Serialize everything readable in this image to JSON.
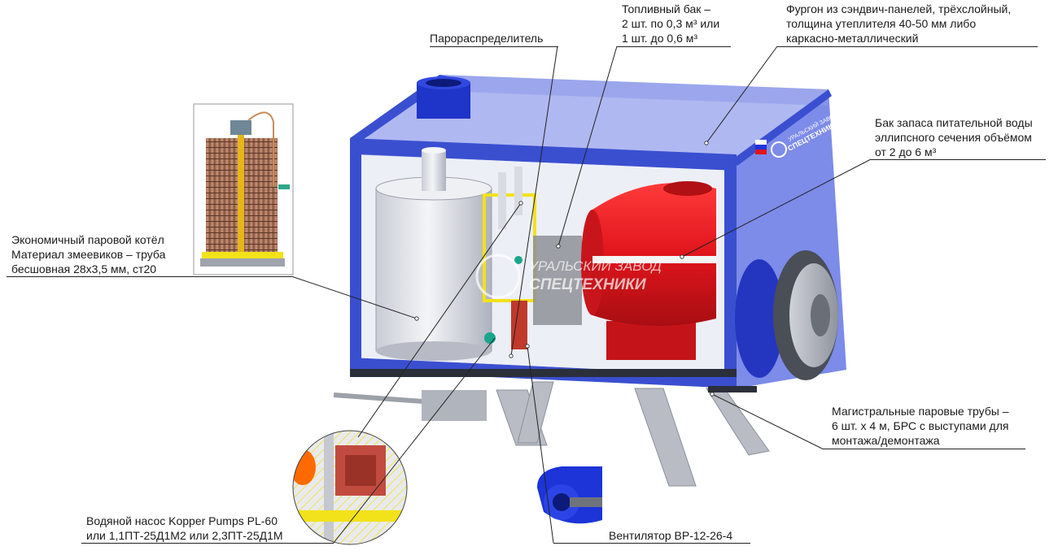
{
  "labels": {
    "steam_distributor": [
      "Парораспределитель"
    ],
    "fuel_tank": [
      "Топливный бак –",
      "2 шт. по 0,3 м³ или",
      "1 шт. до 0,6 м³"
    ],
    "van": [
      "Фургон из сэндвич-панелей, трёхслойный,",
      "толщина утеплителя 40-50 мм либо",
      "каркасно-металлический"
    ],
    "water_tank": [
      "Бак запаса питательной воды",
      "эллипсного сечения объёмом",
      "от 2 до 6 м³"
    ],
    "boiler": [
      "Экономичный паровой котёл",
      "Материал змеевиков – труба",
      "бесшовная 28х3,5 мм, ст20"
    ],
    "steam_pipes": [
      "Магистральные паровые трубы –",
      "6 шт. х 4 м, БРС с выступами для",
      "монтажа/демонтажа"
    ],
    "water_pump": [
      "Водяной насос Kopper Pumps PL-60",
      "или 1,1ПТ-25Д1М2 или 2,3ПТ-25Д1М"
    ],
    "fan": [
      "Вентилятор ВР-12-26-4"
    ]
  },
  "watermark": [
    "УРАЛЬСКИЙ ЗАВОД",
    "СПЕЦТЕХНИКИ"
  ],
  "logo_text": [
    "УРАЛЬСКИЙ ЗАВОД",
    "СПЕЦТЕХНИКИ"
  ],
  "colors": {
    "van_blue": "#3a4fd0",
    "van_glass": "#9aa6ee",
    "boiler_white": "#e4e6ec",
    "tank_red": "#e0151c",
    "pump_red": "#c0392b",
    "frame_yellow": "#f2e21a",
    "fan_blue": "#1c34d8",
    "rule": "#222222"
  }
}
